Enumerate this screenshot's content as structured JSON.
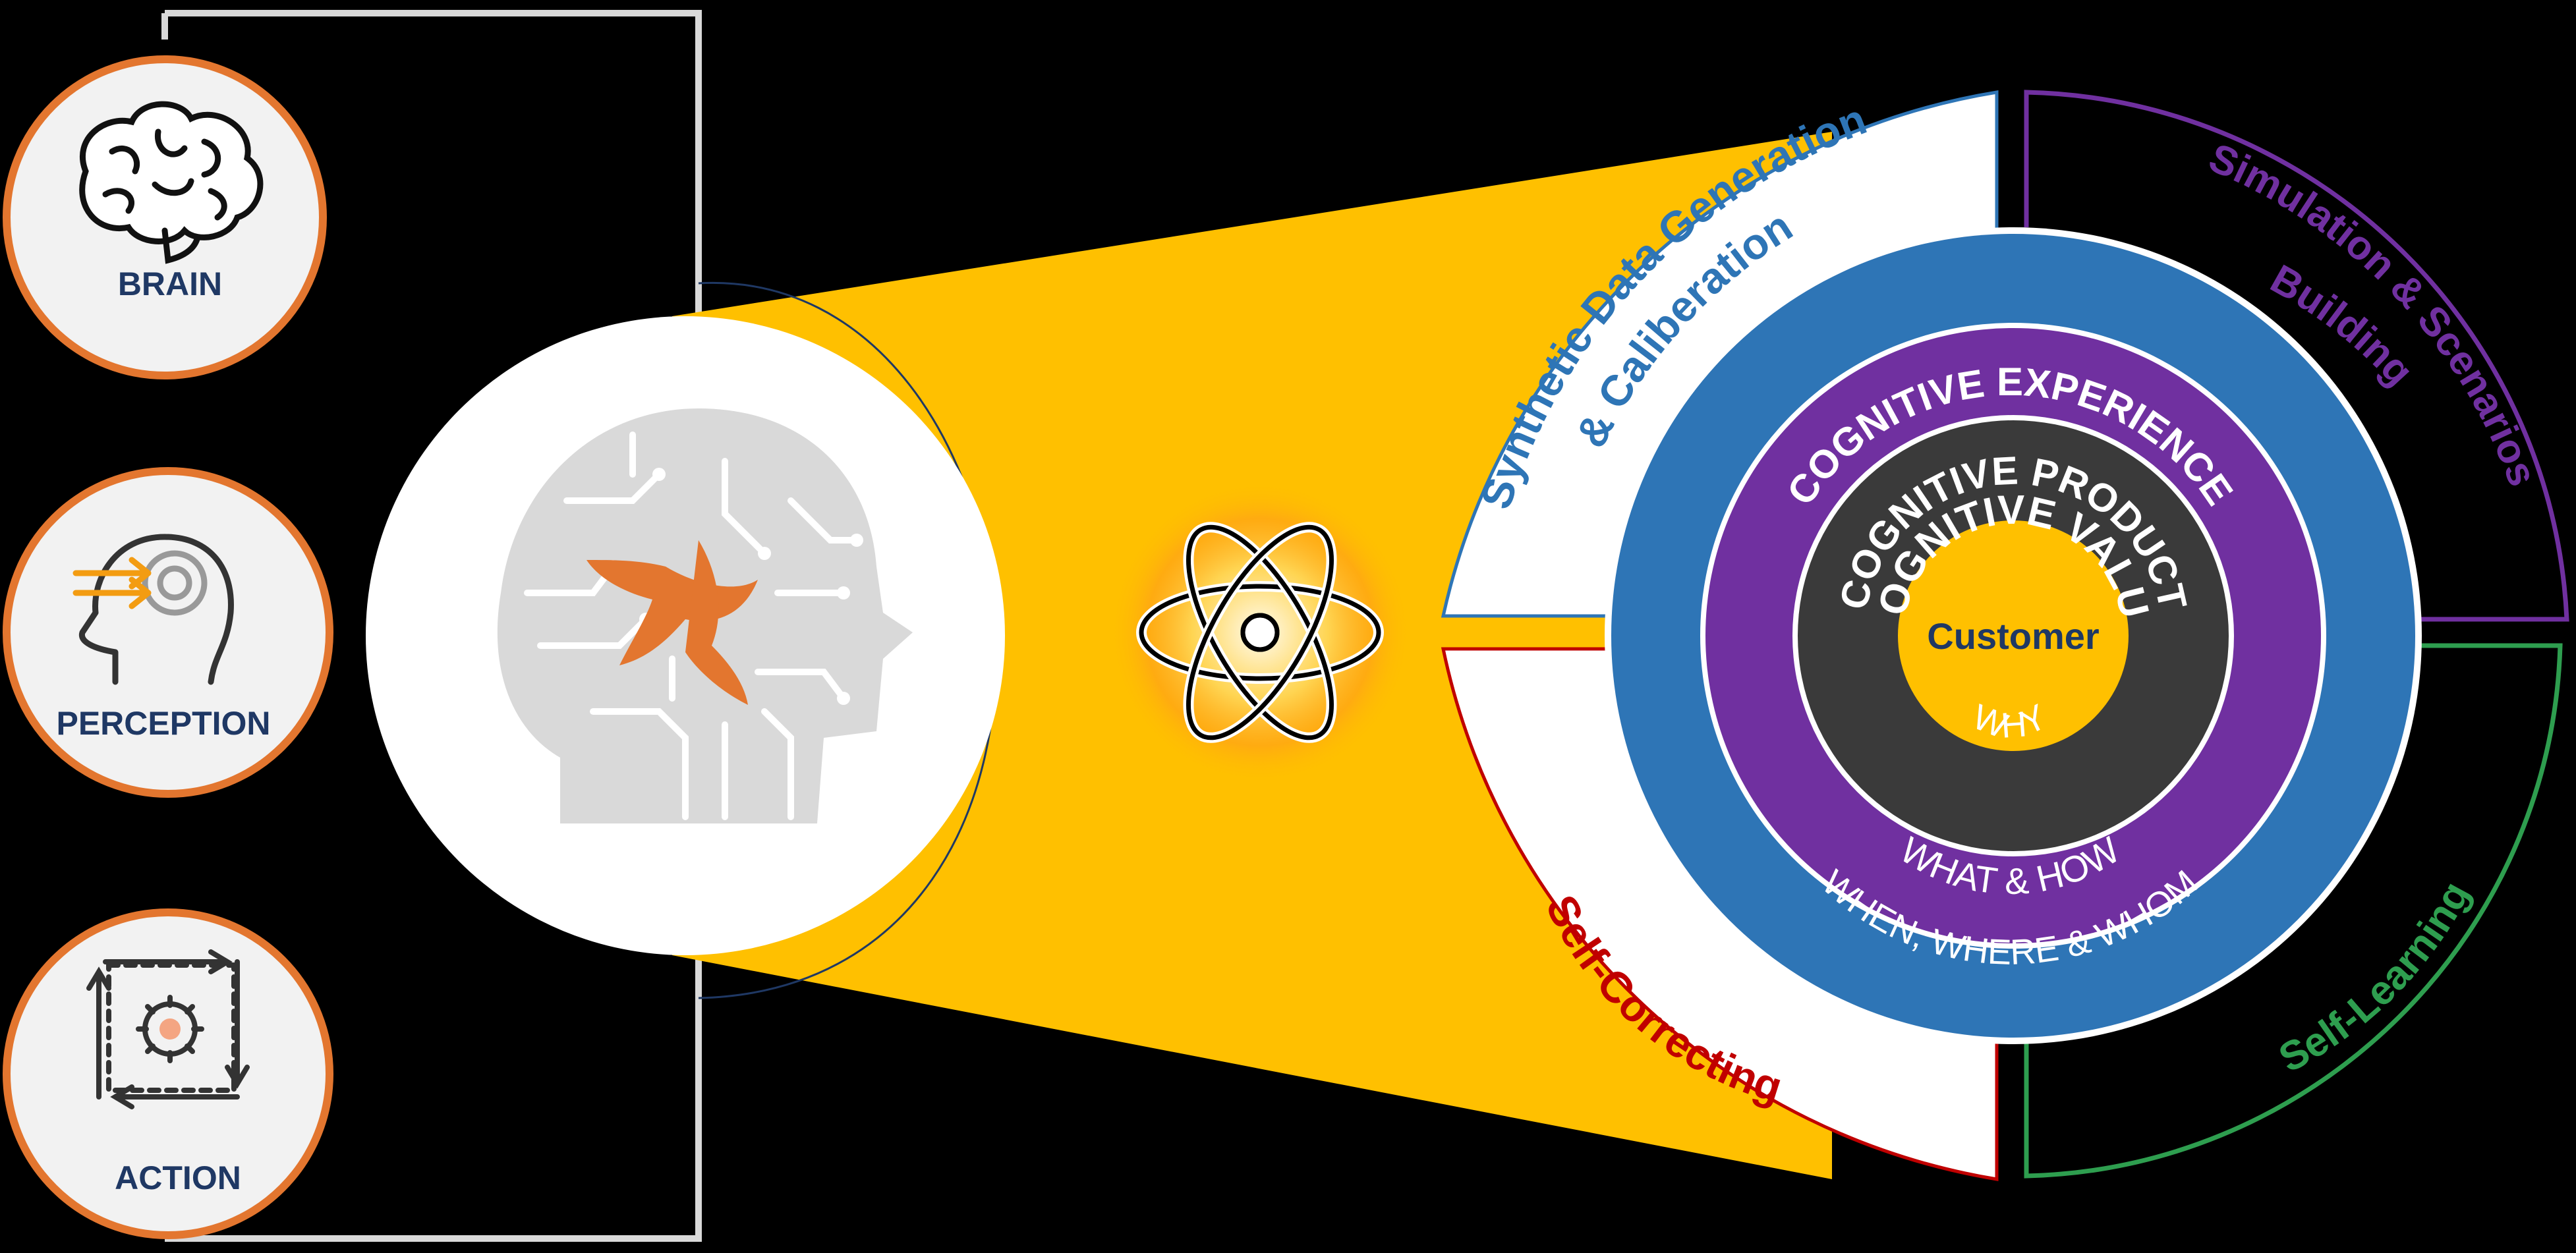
{
  "colors": {
    "background": "#000000",
    "ring_orange": "#E3762F",
    "icon_bg": "#F2F2F2",
    "label_navy": "#1F3864",
    "yellow": "#FFC000",
    "blue": "#2E75B6",
    "purple": "#7030A0",
    "dark_gray": "#3A3A3A",
    "red": "#C00000",
    "green": "#2E9E4F",
    "violet": "#7030A0",
    "circuit_gray": "#BFBFBF",
    "logo_orange": "#E3762F"
  },
  "left_panel": {
    "brain": {
      "label": "BRAIN",
      "icon": "brain-icon"
    },
    "perception": {
      "label": "PERCEPTION",
      "icon": "head-perception-icon"
    },
    "action": {
      "label": "ACTION",
      "icon": "gear-cycle-icon"
    }
  },
  "center": {
    "head_icon": "circuit-head-icon",
    "atom_icon": "atom-icon"
  },
  "arcs": {
    "synthetic_line1": "Synthetic Data Generation",
    "synthetic_line2": "& Caliberation",
    "self_correcting": "Self-Correcting",
    "simulation_line1": "Simulation & Scenarios",
    "simulation_line2": "Building",
    "self_learning": "Self-Learning"
  },
  "rings": {
    "experience": "COGNITIVE EXPERIENCE",
    "product": "COGNITIVE PRODUCT",
    "value": "COGNITIVE VALUE",
    "core": "Customer",
    "why": "WHY",
    "what_how": "WHAT & HOW",
    "when_where_whom": "WHEN, WHERE & WHOM"
  }
}
